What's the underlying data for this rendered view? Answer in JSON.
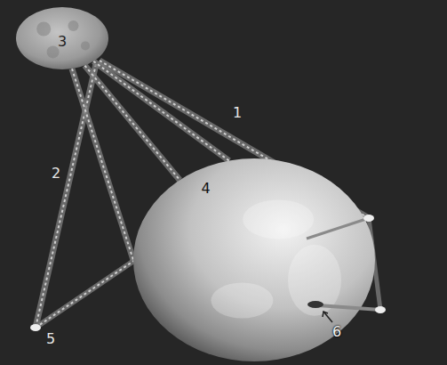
{
  "diagram": {
    "nodes": [
      {
        "text": [
          "3"
        ]
      },
      {
        "text": [
          "4"
        ]
      }
    ],
    "edges": [
      {
        "from": 0,
        "to": 1,
        "arrow": "none"
      },
      {
        "from": 0,
        "to": 1,
        "arrow": "none"
      },
      {
        "from": 0,
        "to": 1,
        "arrow": "none"
      }
    ],
    "labels": [
      "1",
      "2",
      "5",
      "6"
    ]
  }
}
